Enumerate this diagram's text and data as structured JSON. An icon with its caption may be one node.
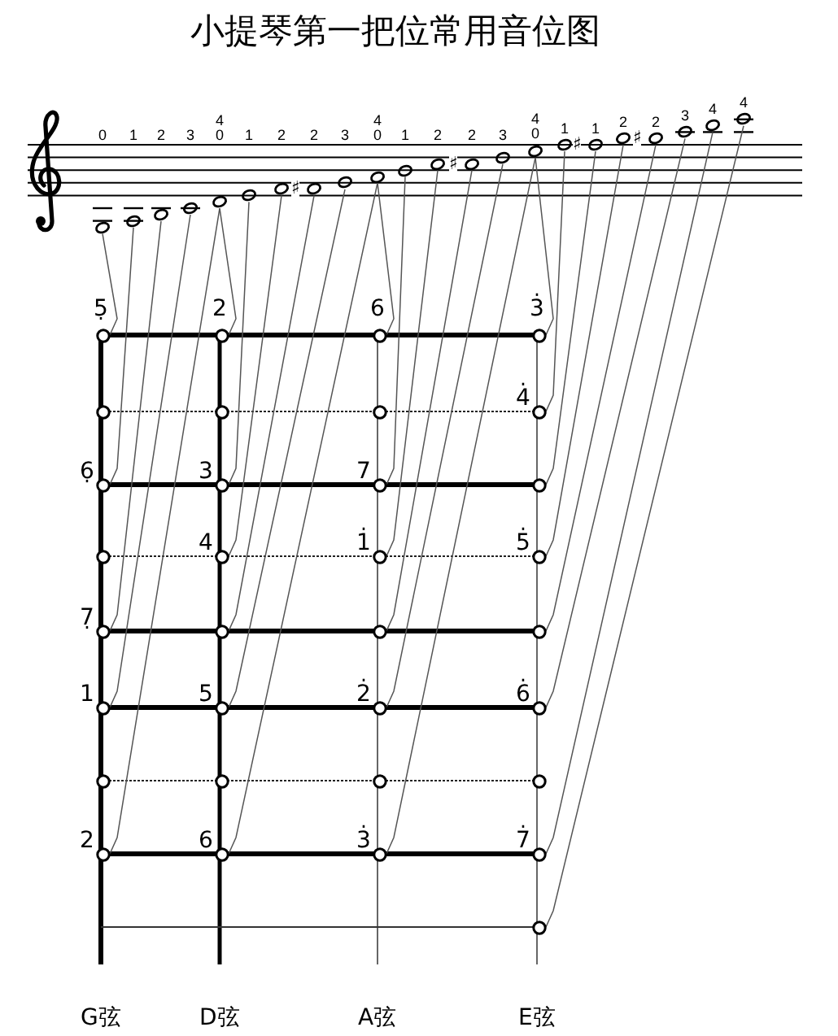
{
  "diagram": {
    "title": "小提琴第一把位常用音位图",
    "nodes": [
      {
        "text": [],
        "shape": "ellipse"
      },
      {
        "text": [],
        "shape": "ellipse"
      },
      {
        "text": [],
        "shape": "ellipse"
      },
      {
        "text": [],
        "shape": "ellipse"
      },
      {
        "text": [],
        "shape": "ellipse"
      },
      {
        "text": [],
        "shape": "ellipse"
      },
      {
        "text": [],
        "shape": "ellipse"
      },
      {
        "text": [],
        "shape": "ellipse",
        "beside": [
          "♯"
        ]
      },
      {
        "text": [],
        "shape": "ellipse"
      },
      {
        "text": [],
        "shape": "ellipse"
      },
      {
        "text": [],
        "shape": "ellipse"
      },
      {
        "text": [],
        "shape": "ellipse"
      },
      {
        "text": [],
        "shape": "ellipse",
        "beside": [
          "♯"
        ]
      },
      {
        "text": [],
        "shape": "ellipse"
      },
      {
        "text": [],
        "shape": "ellipse"
      },
      {
        "text": [],
        "shape": "ellipse"
      },
      {
        "text": [],
        "shape": "ellipse",
        "beside": [
          "♯"
        ]
      },
      {
        "text": [],
        "shape": "ellipse"
      },
      {
        "text": [],
        "shape": "ellipse",
        "beside": [
          "♯"
        ]
      },
      {
        "text": [],
        "shape": "ellipse"
      },
      {
        "text": [],
        "shape": "ellipse"
      },
      {
        "text": [],
        "shape": "ellipse"
      },
      {
        "text": [
          "5̣"
        ]
      },
      {
        "text": [
          "2"
        ]
      },
      {
        "text": [
          "6"
        ]
      },
      {
        "text": [
          "3̇"
        ]
      },
      {
        "text": [],
        "shape": "circle"
      },
      {
        "text": [],
        "shape": "circle"
      },
      {
        "text": [],
        "shape": "circle"
      },
      {
        "text": [
          "4̇"
        ]
      },
      {
        "text": [
          "6̣"
        ]
      },
      {
        "text": [
          "3"
        ]
      },
      {
        "text": [
          "7"
        ]
      },
      {
        "text": [],
        "shape": "circle"
      },
      {
        "text": [],
        "shape": "circle"
      },
      {
        "text": [
          "4"
        ]
      },
      {
        "text": [
          "1̇"
        ]
      },
      {
        "text": [
          "5̇"
        ]
      },
      {
        "text": [
          "7̣"
        ]
      },
      {
        "text": [],
        "shape": "circle"
      },
      {
        "text": [],
        "shape": "circle"
      },
      {
        "text": [],
        "shape": "circle"
      },
      {
        "text": [
          "1"
        ]
      },
      {
        "text": [
          "5"
        ]
      },
      {
        "text": [
          "2̇"
        ]
      },
      {
        "text": [
          "6̇"
        ]
      },
      {
        "text": [],
        "shape": "circle"
      },
      {
        "text": [],
        "shape": "circle"
      },
      {
        "text": [],
        "shape": "circle"
      },
      {
        "text": [],
        "shape": "circle"
      },
      {
        "text": [
          "2"
        ]
      },
      {
        "text": [
          "6"
        ]
      },
      {
        "text": [
          "3̇"
        ]
      },
      {
        "text": [
          "7̇"
        ]
      },
      {
        "text": [],
        "shape": "circle"
      }
    ],
    "edges": [
      {
        "from": 0,
        "to": 22,
        "arrow": "none"
      },
      {
        "from": 1,
        "to": 30,
        "arrow": "none"
      },
      {
        "from": 2,
        "to": 38,
        "arrow": "none"
      },
      {
        "from": 3,
        "to": 42,
        "arrow": "none"
      },
      {
        "from": 4,
        "to": 50,
        "arrow": "none"
      },
      {
        "from": 4,
        "to": 23,
        "arrow": "none"
      },
      {
        "from": 5,
        "to": 31,
        "arrow": "none"
      },
      {
        "from": 6,
        "to": 35,
        "arrow": "none"
      },
      {
        "from": 7,
        "to": 39,
        "arrow": "none"
      },
      {
        "from": 8,
        "to": 43,
        "arrow": "none"
      },
      {
        "from": 9,
        "to": 51,
        "arrow": "none"
      },
      {
        "from": 9,
        "to": 24,
        "arrow": "none"
      },
      {
        "from": 10,
        "to": 32,
        "arrow": "none"
      },
      {
        "from": 11,
        "to": 36,
        "arrow": "none"
      },
      {
        "from": 12,
        "to": 40,
        "arrow": "none"
      },
      {
        "from": 13,
        "to": 44,
        "arrow": "none"
      },
      {
        "from": 14,
        "to": 52,
        "arrow": "none"
      },
      {
        "from": 14,
        "to": 25,
        "arrow": "none"
      },
      {
        "from": 15,
        "to": 29,
        "arrow": "none"
      },
      {
        "from": 16,
        "to": 33,
        "arrow": "none"
      },
      {
        "from": 17,
        "to": 37,
        "arrow": "none"
      },
      {
        "from": 18,
        "to": 41,
        "arrow": "none"
      },
      {
        "from": 19,
        "to": 45,
        "arrow": "none"
      },
      {
        "from": 20,
        "to": 53,
        "arrow": "none"
      },
      {
        "from": 21,
        "to": 54,
        "arrow": "none"
      }
    ],
    "labels": [
      "0",
      "1",
      "2",
      "3",
      "4",
      "0",
      "1",
      "2",
      "2",
      "3",
      "4",
      "0",
      "1",
      "2",
      "2",
      "3",
      "4",
      "0",
      "1",
      "1",
      "2",
      "2",
      "3",
      "4",
      "4",
      "G弦",
      "D弦",
      "A弦",
      "E弦"
    ]
  }
}
